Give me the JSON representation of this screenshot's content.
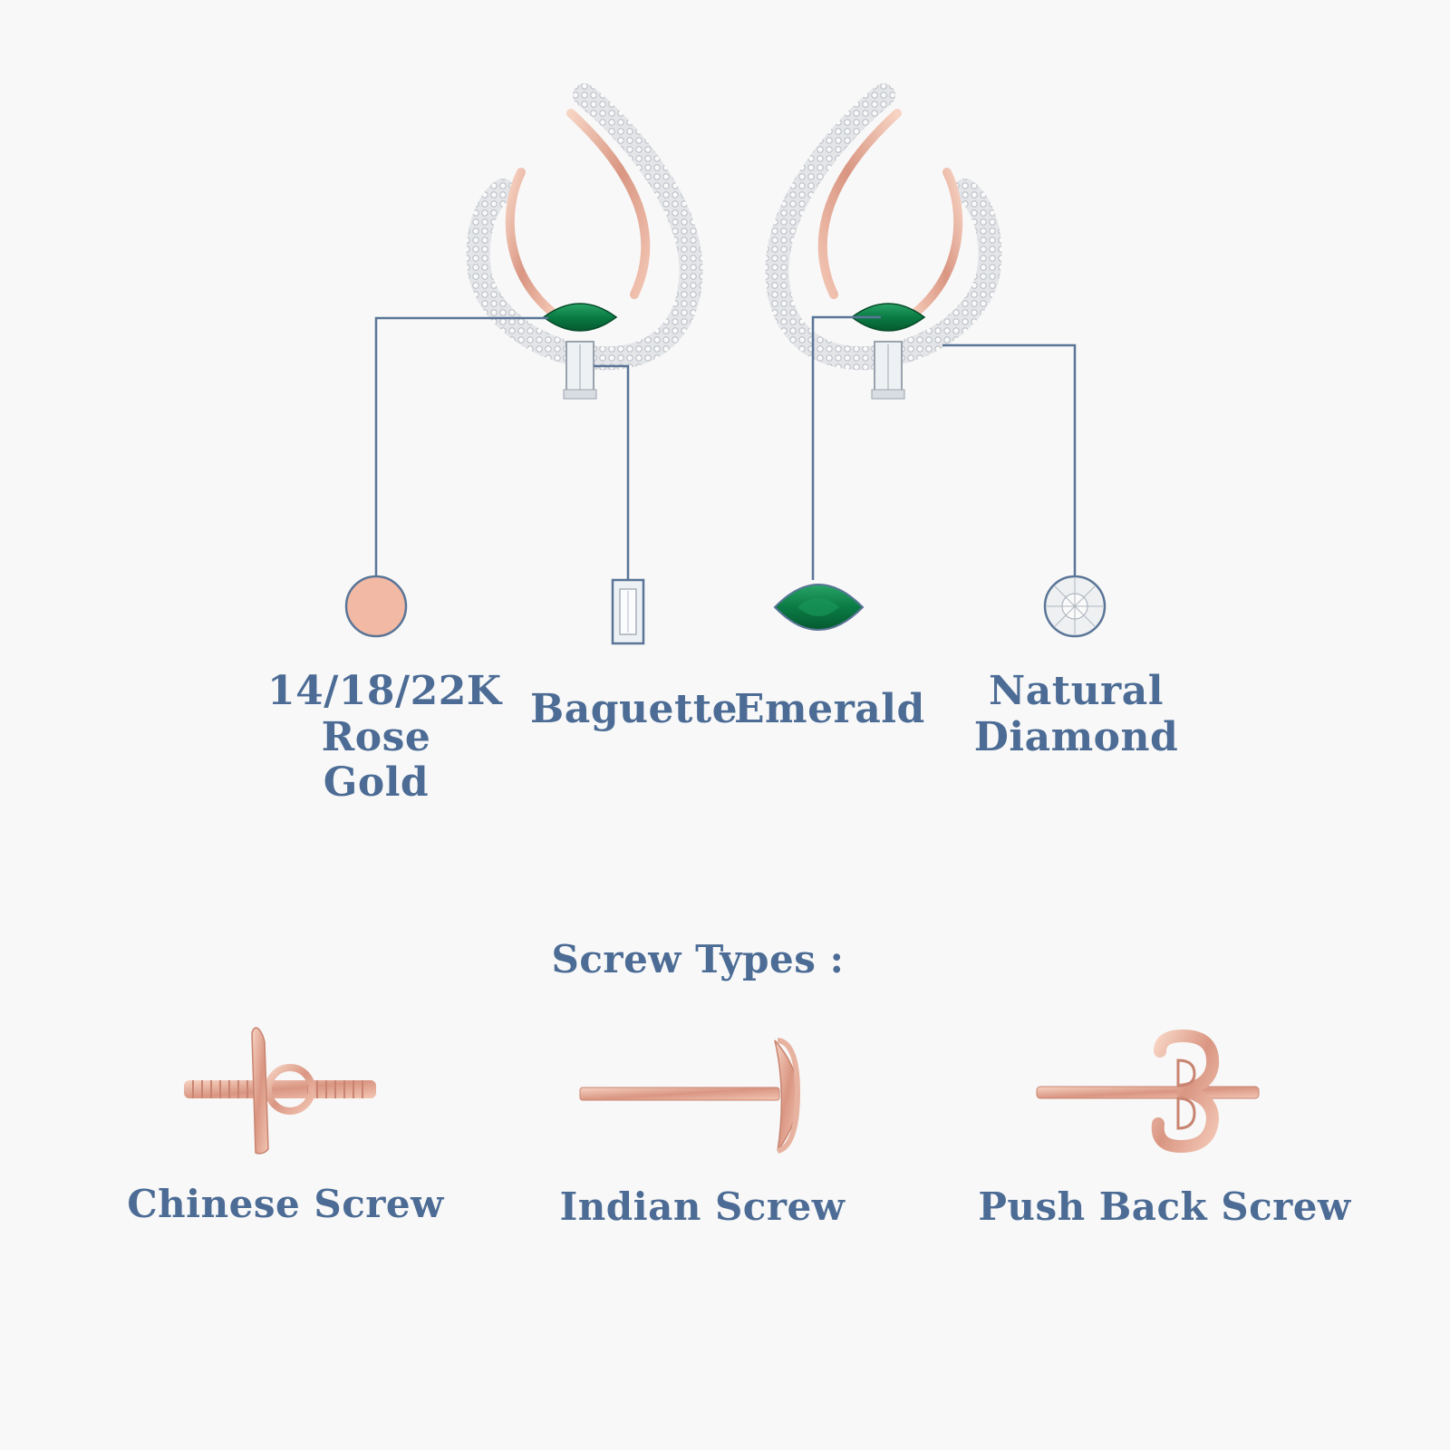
{
  "materials": [
    {
      "line1": "14/18/22K",
      "line2": "Rose Gold"
    },
    {
      "line1": "Baguette"
    },
    {
      "line1": "Emerald"
    },
    {
      "line1": "Natural",
      "line2": "Diamond"
    }
  ],
  "screw_section": {
    "title": "Screw Types :",
    "types": [
      "Chinese Screw",
      "Indian Screw",
      "Push Back Screw"
    ]
  },
  "colors": {
    "text": "#4c6c95",
    "callout_line": "#5a7597",
    "rose_gold": "#f2b9a5",
    "emerald": "#0b7d46",
    "diamond": "#e9ecef",
    "background": "#f8f8f8"
  },
  "icons": [
    "rose-gold-swatch-icon",
    "baguette-stone-icon",
    "emerald-marquise-icon",
    "round-diamond-icon"
  ]
}
